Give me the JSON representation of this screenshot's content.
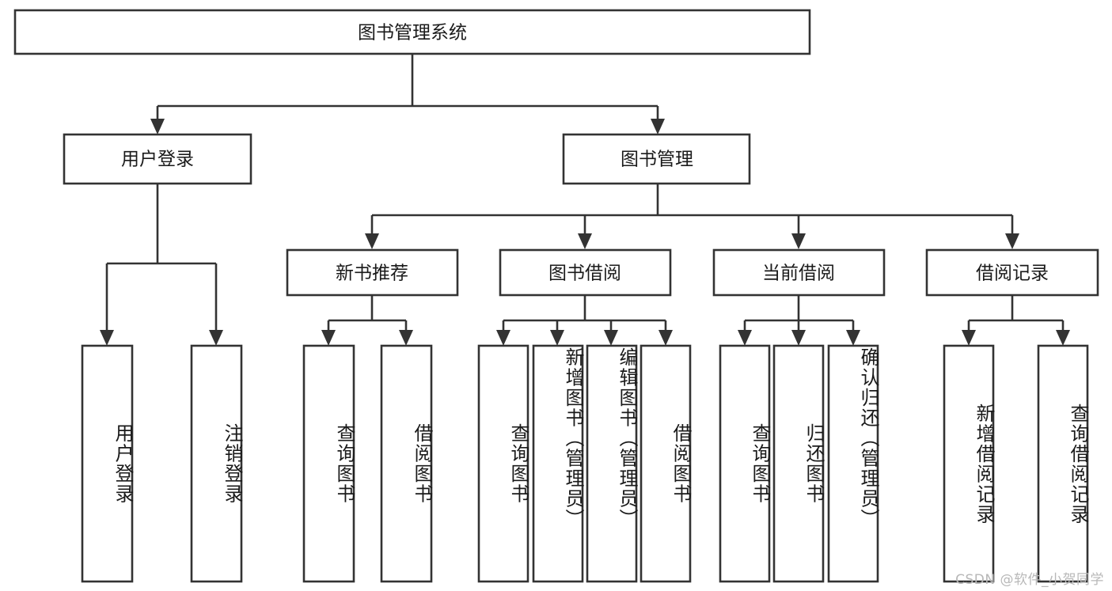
{
  "diagram": {
    "kind": "functional-structure-tree",
    "title": "图书管理系统",
    "root": {
      "id": "root",
      "label": "图书管理系统"
    },
    "level2": [
      {
        "id": "user-login",
        "label": "用户登录"
      },
      {
        "id": "book-manage",
        "label": "图书管理"
      }
    ],
    "level3": [
      {
        "id": "new-book-rec",
        "label": "新书推荐",
        "parent": "book-manage"
      },
      {
        "id": "book-borrow",
        "label": "图书借阅",
        "parent": "book-manage"
      },
      {
        "id": "current-borrow",
        "label": "当前借阅",
        "parent": "book-manage"
      },
      {
        "id": "borrow-record",
        "label": "借阅记录",
        "parent": "book-manage"
      }
    ],
    "leaves": [
      {
        "id": "leaf-user-login",
        "label": "用户登录",
        "parent": "user-login"
      },
      {
        "id": "leaf-user-logout",
        "label": "注销登录",
        "parent": "user-login"
      },
      {
        "id": "leaf-query-book-1",
        "label": "查询图书",
        "parent": "new-book-rec"
      },
      {
        "id": "leaf-borrow-book-1",
        "label": "借阅图书",
        "parent": "new-book-rec"
      },
      {
        "id": "leaf-query-book-2",
        "label": "查询图书",
        "parent": "book-borrow"
      },
      {
        "id": "leaf-add-book",
        "label": "新增图书（管理员）",
        "parent": "book-borrow"
      },
      {
        "id": "leaf-edit-book",
        "label": "编辑图书（管理员）",
        "parent": "book-borrow"
      },
      {
        "id": "leaf-borrow-book-2",
        "label": "借阅图书",
        "parent": "book-borrow"
      },
      {
        "id": "leaf-query-book-3",
        "label": "查询图书",
        "parent": "current-borrow"
      },
      {
        "id": "leaf-return-book",
        "label": "归还图书",
        "parent": "current-borrow"
      },
      {
        "id": "leaf-confirm-return",
        "label": "确认归还（管理员）",
        "parent": "current-borrow"
      },
      {
        "id": "leaf-add-record",
        "label": "新增借阅记录",
        "parent": "borrow-record"
      },
      {
        "id": "leaf-query-record",
        "label": "查询借阅记录",
        "parent": "borrow-record"
      }
    ],
    "colors": {
      "stroke": "#333333",
      "box_fill": "#ffffff",
      "text": "#1a1a1a",
      "background": "#ffffff",
      "watermark": "#b8b8b8"
    }
  },
  "watermark": {
    "text": "CSDN @软件_小贺同学"
  }
}
